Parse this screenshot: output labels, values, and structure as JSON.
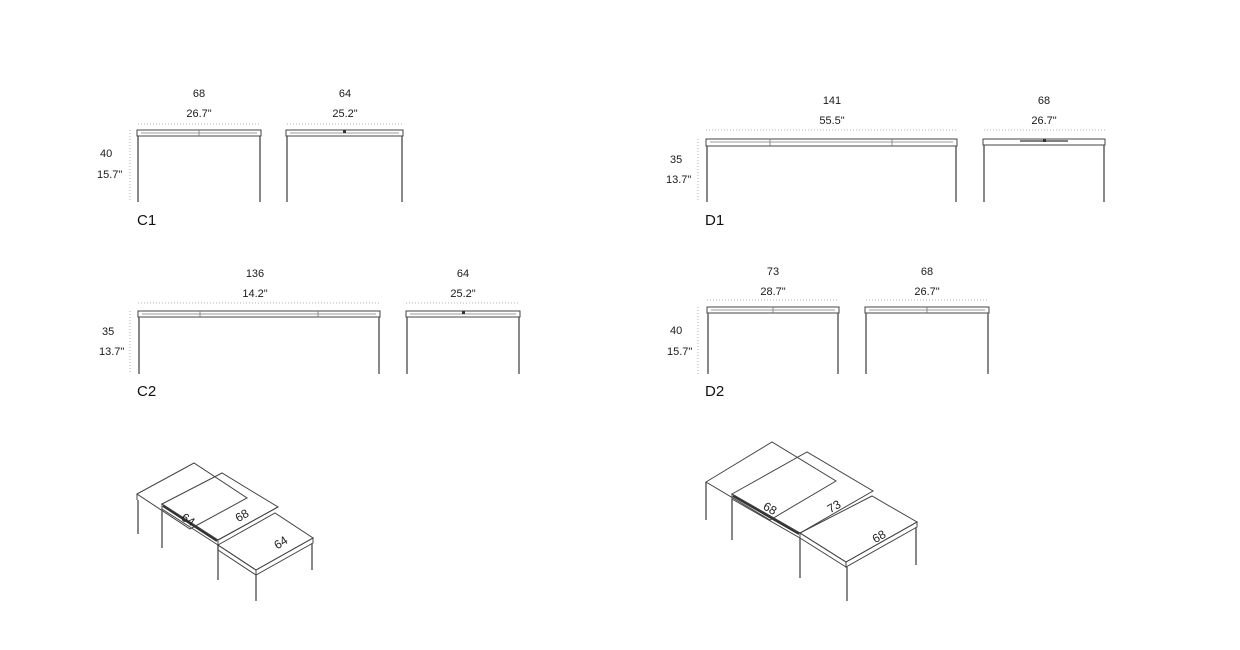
{
  "c1": {
    "model": "C1",
    "height_cm": "40",
    "height_in": "15.7\"",
    "table_a": {
      "width_cm": "68",
      "width_in": "26.7\""
    },
    "table_b": {
      "width_cm": "64",
      "width_in": "25.2\""
    }
  },
  "c2": {
    "model": "C2",
    "height_cm": "35",
    "height_in": "13.7\"",
    "table_a": {
      "width_cm": "136",
      "width_in": "14.2\""
    },
    "table_b": {
      "width_cm": "64",
      "width_in": "25.2\""
    }
  },
  "d1": {
    "model": "D1",
    "height_cm": "35",
    "height_in": "13.7\"",
    "table_a": {
      "width_cm": "141",
      "width_in": "55.5\""
    },
    "table_b": {
      "width_cm": "68",
      "width_in": "26.7\""
    }
  },
  "d2": {
    "model": "D2",
    "height_cm": "40",
    "height_in": "15.7\"",
    "table_a": {
      "width_cm": "73",
      "width_in": "28.7\""
    },
    "table_b": {
      "width_cm": "68",
      "width_in": "26.7\""
    }
  },
  "iso_c": {
    "label_1": "64",
    "label_2": "68",
    "label_3": "64"
  },
  "iso_d": {
    "label_1": "68",
    "label_2": "73",
    "label_3": "68"
  }
}
